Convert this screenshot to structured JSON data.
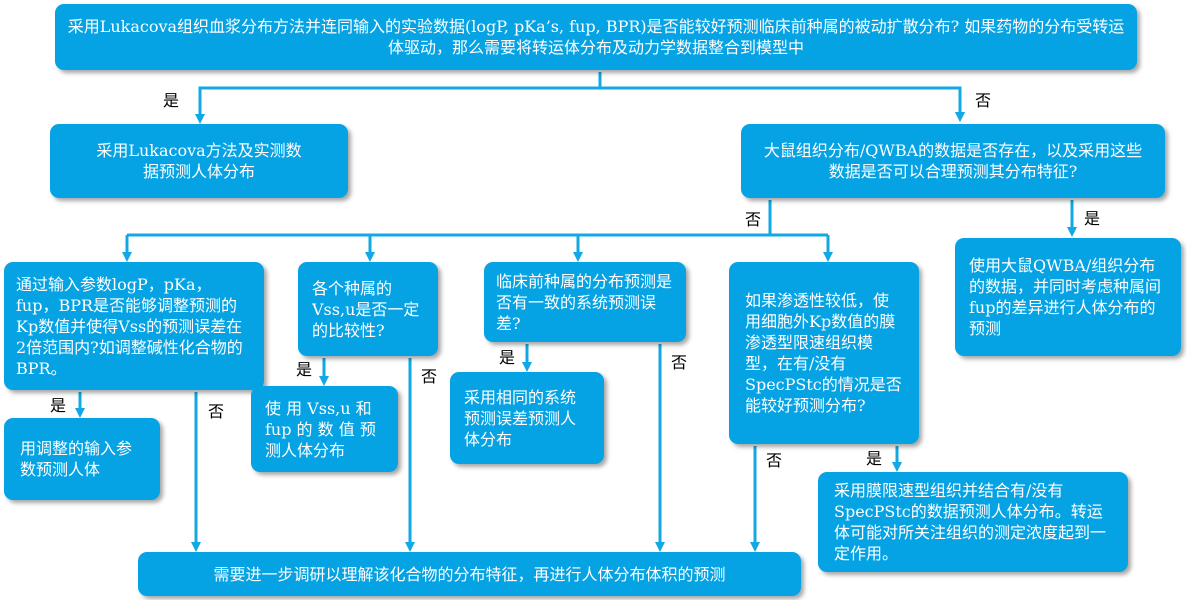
{
  "nodes": {
    "root_q": "采用Lukacova组织血浆分布方法并连同输入的实验数据(logP, pKa’s, fup, BPR)是否能较好预测临床前种属的被动扩散分布? 如果药物的分布受转运体驱动，那么需要将转运体分布及动力学数据整合到模型中",
    "lukacova_method": "采用Lukacova方法及实测数据预测人体分布",
    "rat_qwba_q": "大鼠组织分布/QWBA的数据是否存在，以及采用这些数据是否可以合理预测其分布特征?",
    "use_rat_qwba": "使用大鼠QWBA/组织分布的数据，并同时考虑种属间fup的差异进行人体分布的预测",
    "input_params_q": "通过输入参数logP，pKa，fup，BPR是否能够调整预测的Kp数值并使得Vss的预测误差在2倍范围内?如调整碱性化合物的BPR。",
    "adjusted_input": "用调整的输入参数预测人体",
    "vss_comparability_q": "各个种属的Vss,u是否一定的比较性?",
    "use_vss_fup": "使 用 Vss,u 和 fup 的 数 值 预 测人体分布",
    "consistent_error_q": "临床前种属的分布预测是否有一致的系统预测误差?",
    "same_error": "采用相同的系统预测误差预测人体分布",
    "permeability_q": "如果渗透性较低，使用细胞外Kp数值的膜渗透型限速组织模型，在有/没有SpecPStc的情况是否能较好预测分布?",
    "membrane_model": "采用膜限速型组织并结合有/没有SpecPStc的数据预测人体分布。转运体可能对所关注组织的测定浓度起到一定作用。",
    "further_study": "需要进一步调研以理解该化合物的分布特征，再进行人体分布体积的预测"
  },
  "labels": {
    "yes": "是",
    "no": "否"
  },
  "colors": {
    "box_fill": "#05a3e4",
    "connector": "#12a8e6",
    "text": "#ffffff"
  }
}
